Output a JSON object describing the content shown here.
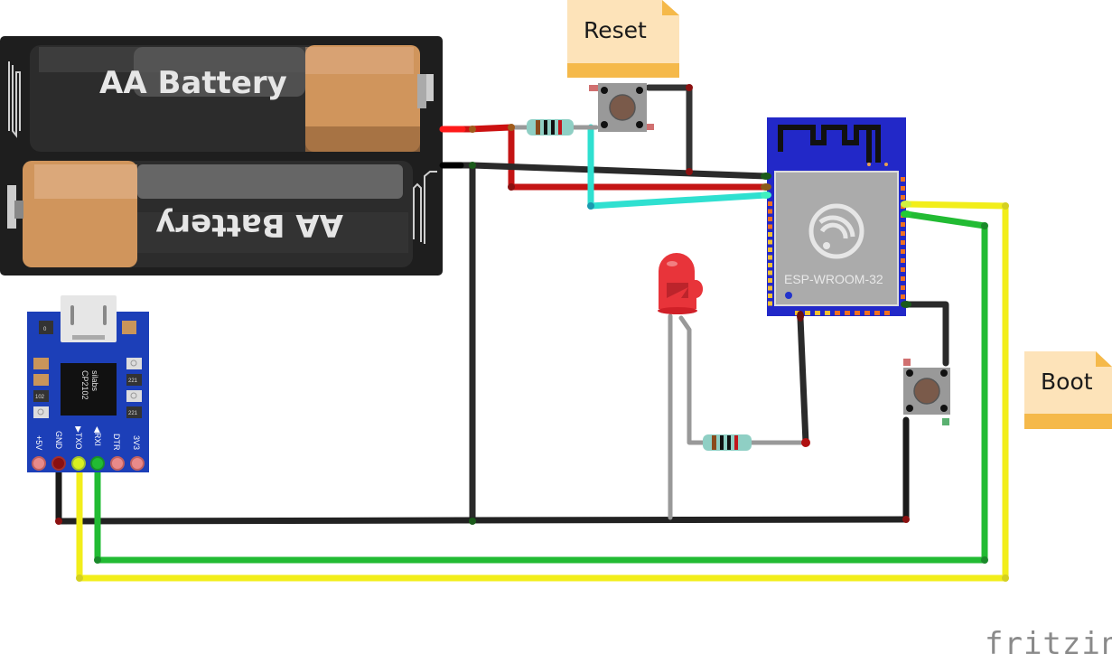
{
  "app": "fritzing",
  "diagram_type": "breadboard-view circuit",
  "logo": {
    "text": "fritzing"
  },
  "notes": [
    {
      "id": "reset",
      "text": "Reset"
    },
    {
      "id": "boot",
      "text": "Boot"
    }
  ],
  "components": {
    "battery_holder": {
      "name": "2x AA battery holder",
      "cells": [
        {
          "label": "AA Battery",
          "orientation": "normal"
        },
        {
          "label": "AA Battery",
          "orientation": "rotated-180"
        }
      ]
    },
    "usb_serial": {
      "name": "CP2102 USB-UART adapter",
      "chip_label_1": "silabs",
      "chip_label_2": "CP2102",
      "smd_labels": [
        "0",
        "102",
        "221",
        "221"
      ],
      "pins": [
        "+5V",
        "GND",
        "▶TXO",
        "◀RXI",
        "DTR",
        "3V3"
      ]
    },
    "esp32": {
      "name": "ESP32 module",
      "label": "ESP-WROOM-32"
    },
    "reset_button": {
      "name": "push button (reset)"
    },
    "boot_button": {
      "name": "push button (boot)"
    },
    "led": {
      "name": "LED",
      "color": "#e8343a"
    },
    "resistor_reset": {
      "name": "resistor",
      "bands": [
        "#8a4a1c",
        "#111111",
        "#111111",
        "#c0161c"
      ]
    },
    "resistor_led": {
      "name": "resistor",
      "bands": [
        "#8a4a1c",
        "#111111",
        "#111111",
        "#c0161c"
      ]
    }
  },
  "wires": [
    {
      "id": "batt-plus-to-resistor",
      "color": "#cc1111"
    },
    {
      "id": "batt-plus-to-esp",
      "color": "#cc1111"
    },
    {
      "id": "batt-minus-to-esp",
      "color": "#222222"
    },
    {
      "id": "ground-bus",
      "color": "#222222"
    },
    {
      "id": "reset-to-esp-en",
      "color": "#33e0d0"
    },
    {
      "id": "reset-btn-to-gnd",
      "color": "#333333"
    },
    {
      "id": "esp-to-led-resistor",
      "color": "#222222"
    },
    {
      "id": "esp-to-boot",
      "color": "#222222"
    },
    {
      "id": "tx-line",
      "color": "#f2ee1a"
    },
    {
      "id": "rx-line",
      "color": "#22bb33"
    }
  ],
  "colors": {
    "note_body": "#fde3b9",
    "note_band": "#f5b94a",
    "pcb_blue": "#1c3fb8",
    "esp_blue": "#2222cc",
    "esp_shield": "#aaaaaa",
    "battery_holder": "#1e1e1e",
    "battery_copper": "#d0955c"
  }
}
